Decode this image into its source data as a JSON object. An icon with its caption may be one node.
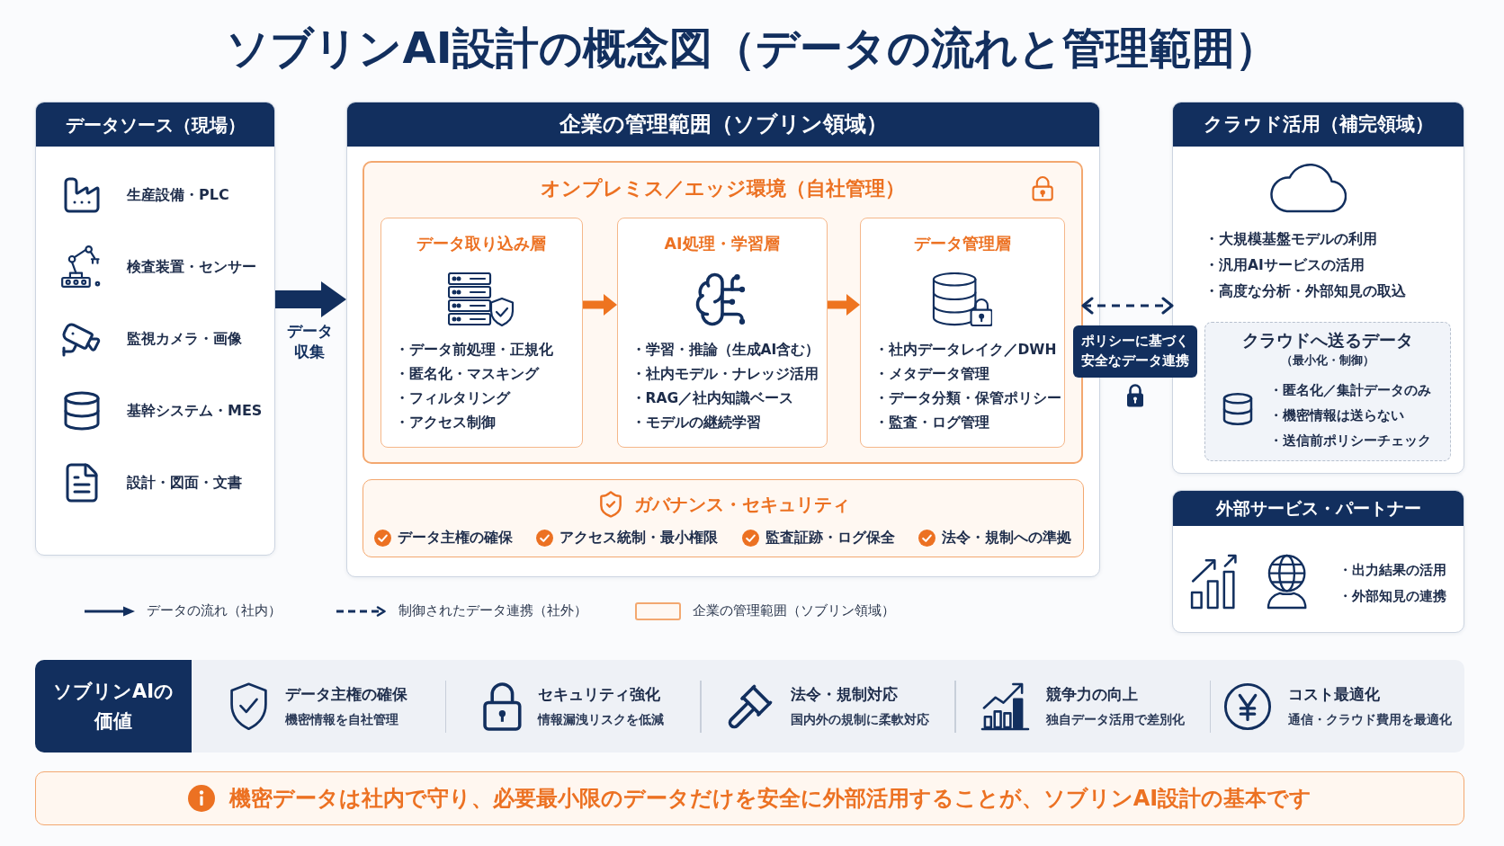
{
  "diagram": {
    "title": "ソブリンAI設計の概念図（データの流れと管理範囲）",
    "nodes": [
      {
        "text": [
          "データソース（現場）",
          "生産設備・PLC",
          "検査装置・センサー",
          "監視カメラ・画像",
          "基幹システム・MES",
          "設計・図面・文書"
        ]
      },
      {
        "text": [
          "企業の管理範囲（ソブリン領域）"
        ]
      },
      {
        "text": [
          "オンプレミス／エッジ環境（自社管理）"
        ],
        "in": 1
      },
      {
        "text": [
          "データ取り込み層",
          "・データ前処理・正規化",
          "・匿名化・マスキング",
          "・フィルタリング",
          "・アクセス制御"
        ],
        "in": 2
      },
      {
        "text": [
          "AI処理・学習層",
          "・学習・推論（生成AI含む）",
          "・社内モデル・ナレッジ活用",
          "・RAG／社内知識ベース",
          "・モデルの継続学習"
        ],
        "in": 2
      },
      {
        "text": [
          "データ管理層",
          "・社内データレイク／DWH",
          "・メタデータ管理",
          "・データ分類・保管ポリシー",
          "・監査・ログ管理"
        ],
        "in": 2
      },
      {
        "text": [
          "ガバナンス・セキュリティ",
          "データ主権の確保",
          "アクセス統制・最小権限",
          "監査証跡・ログ保全",
          "法令・規制への準拠"
        ],
        "in": 1
      },
      {
        "text": [
          "クラウド活用（補完領域）",
          "・大規模基盤モデルの利用",
          "・汎用AIサービスの活用",
          "・高度な分析・外部知見の取込"
        ]
      },
      {
        "text": [
          "クラウドへ送るデータ",
          "（最小化・制御）",
          "・匿名化／集計データのみ",
          "・機密情報は送らない",
          "・送信前ポリシーチェック"
        ],
        "in": 7
      },
      {
        "text": [
          "外部サービス・パートナー",
          "・出力結果の活用",
          "・外部知見の連携"
        ]
      },
      {
        "text": [
          "ソブリンAIの価値",
          "データ主権の確保",
          "機密情報を自社管理",
          "セキュリティ強化",
          "情報漏洩リスクを低減",
          "法令・規制対応",
          "国内外の規制に柔軟対応",
          "競争力の向上",
          "独自データ活用で差別化",
          "コスト最適化",
          "通信・クラウド費用を最適化"
        ]
      },
      {
        "text": [
          "機密データは社内で守り、必要最小限のデータだけを安全に外部活用することが、ソブリンAI設計の基本です"
        ]
      }
    ],
    "edges": [
      {
        "from": 0,
        "to": 1,
        "arrow": "to",
        "label": "データ収集",
        "style": "thick"
      },
      {
        "from": 3,
        "to": 4,
        "arrow": "to",
        "color": "#ee7420"
      },
      {
        "from": 4,
        "to": 5,
        "arrow": "to",
        "color": "#ee7420"
      },
      {
        "from": 2,
        "to": 7,
        "arrow": "both",
        "style": "dashed",
        "label": "ポリシーに基づく安全なデータ連携"
      }
    ],
    "legend": [
      {
        "text": "データの流れ（社内）"
      },
      {
        "text": "制御されたデータ連携（社外）"
      },
      {
        "text": "企業の管理範囲（ソブリン領域）"
      }
    ]
  }
}
